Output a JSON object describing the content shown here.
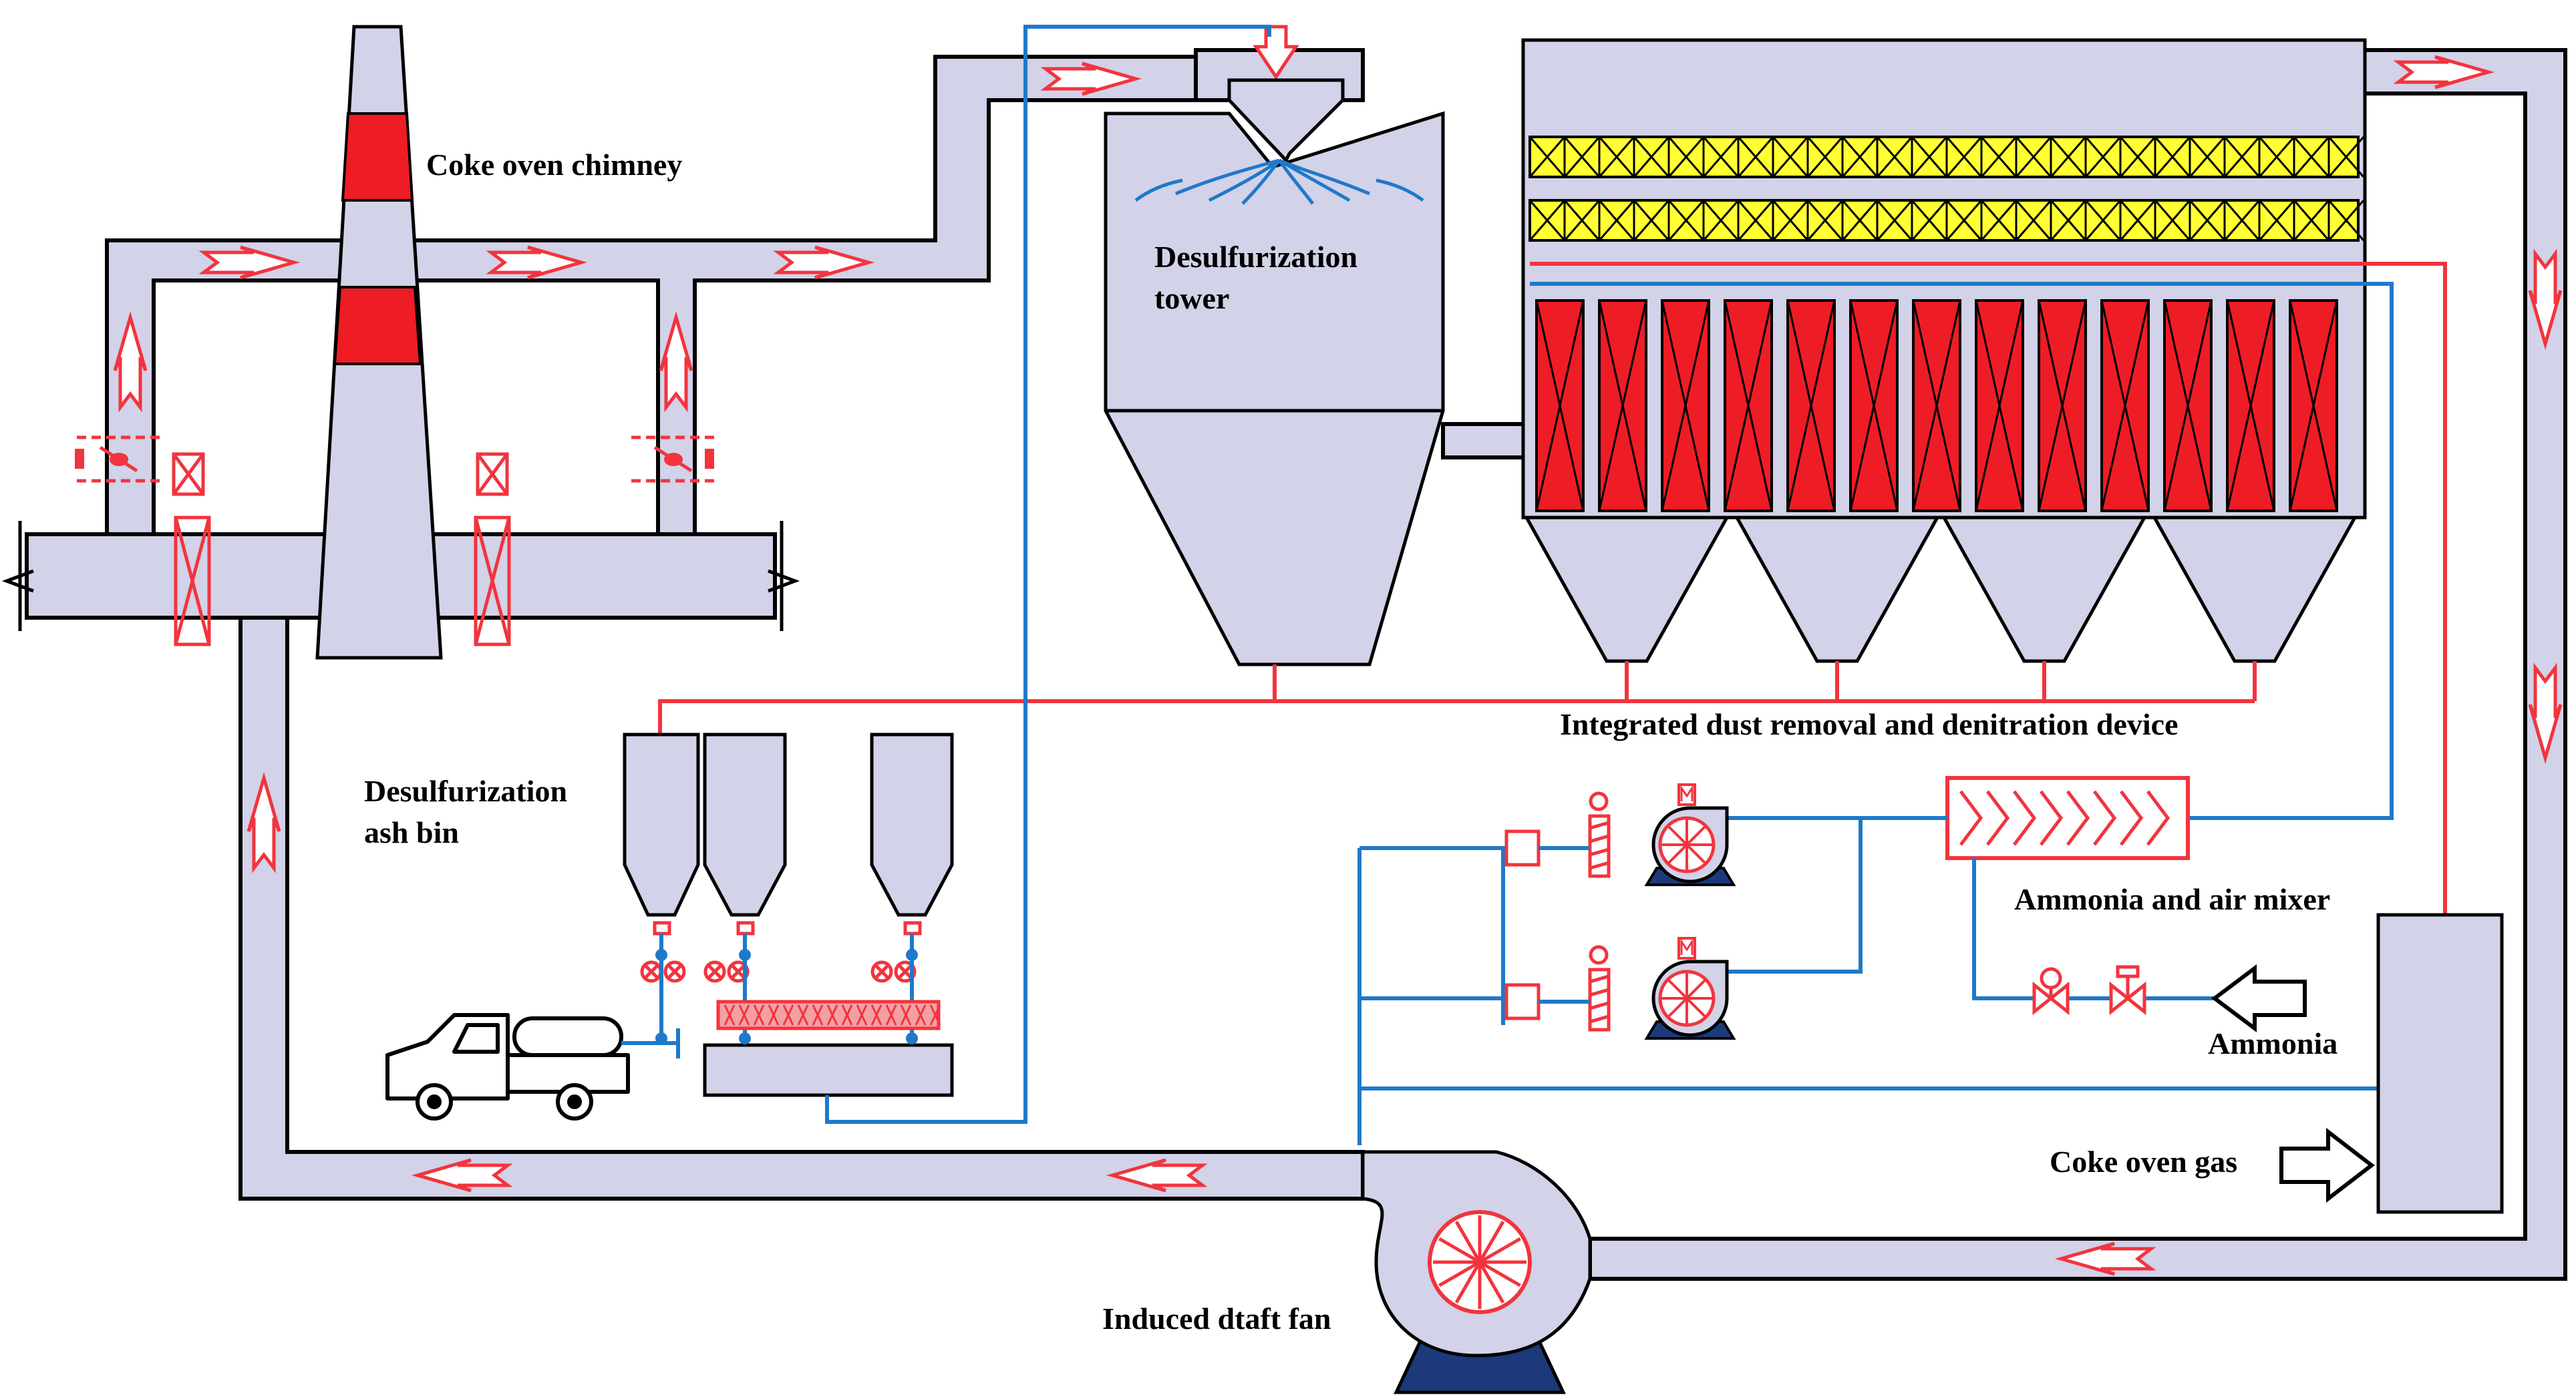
{
  "labels": {
    "chimney": "Coke oven chimney",
    "tower_line1": "Desulfurization",
    "tower_line2": "tower",
    "ash_line1": "Desulfurization",
    "ash_line2": "ash bin",
    "dust_device": "Integrated dust removal and denitration device",
    "mixer": "Ammonia and air mixer",
    "ammonia": "Ammonia",
    "gas": "Coke oven gas",
    "fan": "Induced dtaft fan"
  },
  "colors": {
    "duct_fill": "#d2d2e8",
    "red_line": "#f2343e",
    "blue_line": "#1f79c9",
    "catalyst_yellow": "#ffff33",
    "filter_red": "#ee1c25",
    "motor_base": "#1c3a7a"
  }
}
